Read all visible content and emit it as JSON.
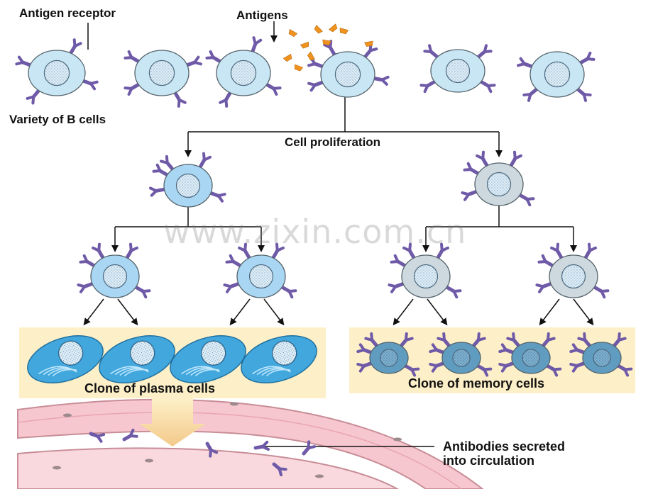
{
  "labels": {
    "antigen_receptor": "Antigen receptor",
    "antigens": "Antigens",
    "variety": "Variety of B cells",
    "proliferation": "Cell proliferation",
    "plasma_clone": "Clone of plasma cells",
    "memory_clone": "Clone of memory cells",
    "antibodies_line1": "Antibodies secreted",
    "antibodies_line2": "into circulation"
  },
  "watermark": "www.zixin.com.cn",
  "colors": {
    "b_cell": "#c9e6f5",
    "activated_cell": "#a9d6f2",
    "memory_precursor": "#cdd9de",
    "memory_cell": "#5f9cc0",
    "plasma_cell": "#42a7dd",
    "receptor": "#6f5aa8",
    "antigen": "#f0921e",
    "panel": "#fdf0c8",
    "vessel": "#f6c7cf"
  }
}
